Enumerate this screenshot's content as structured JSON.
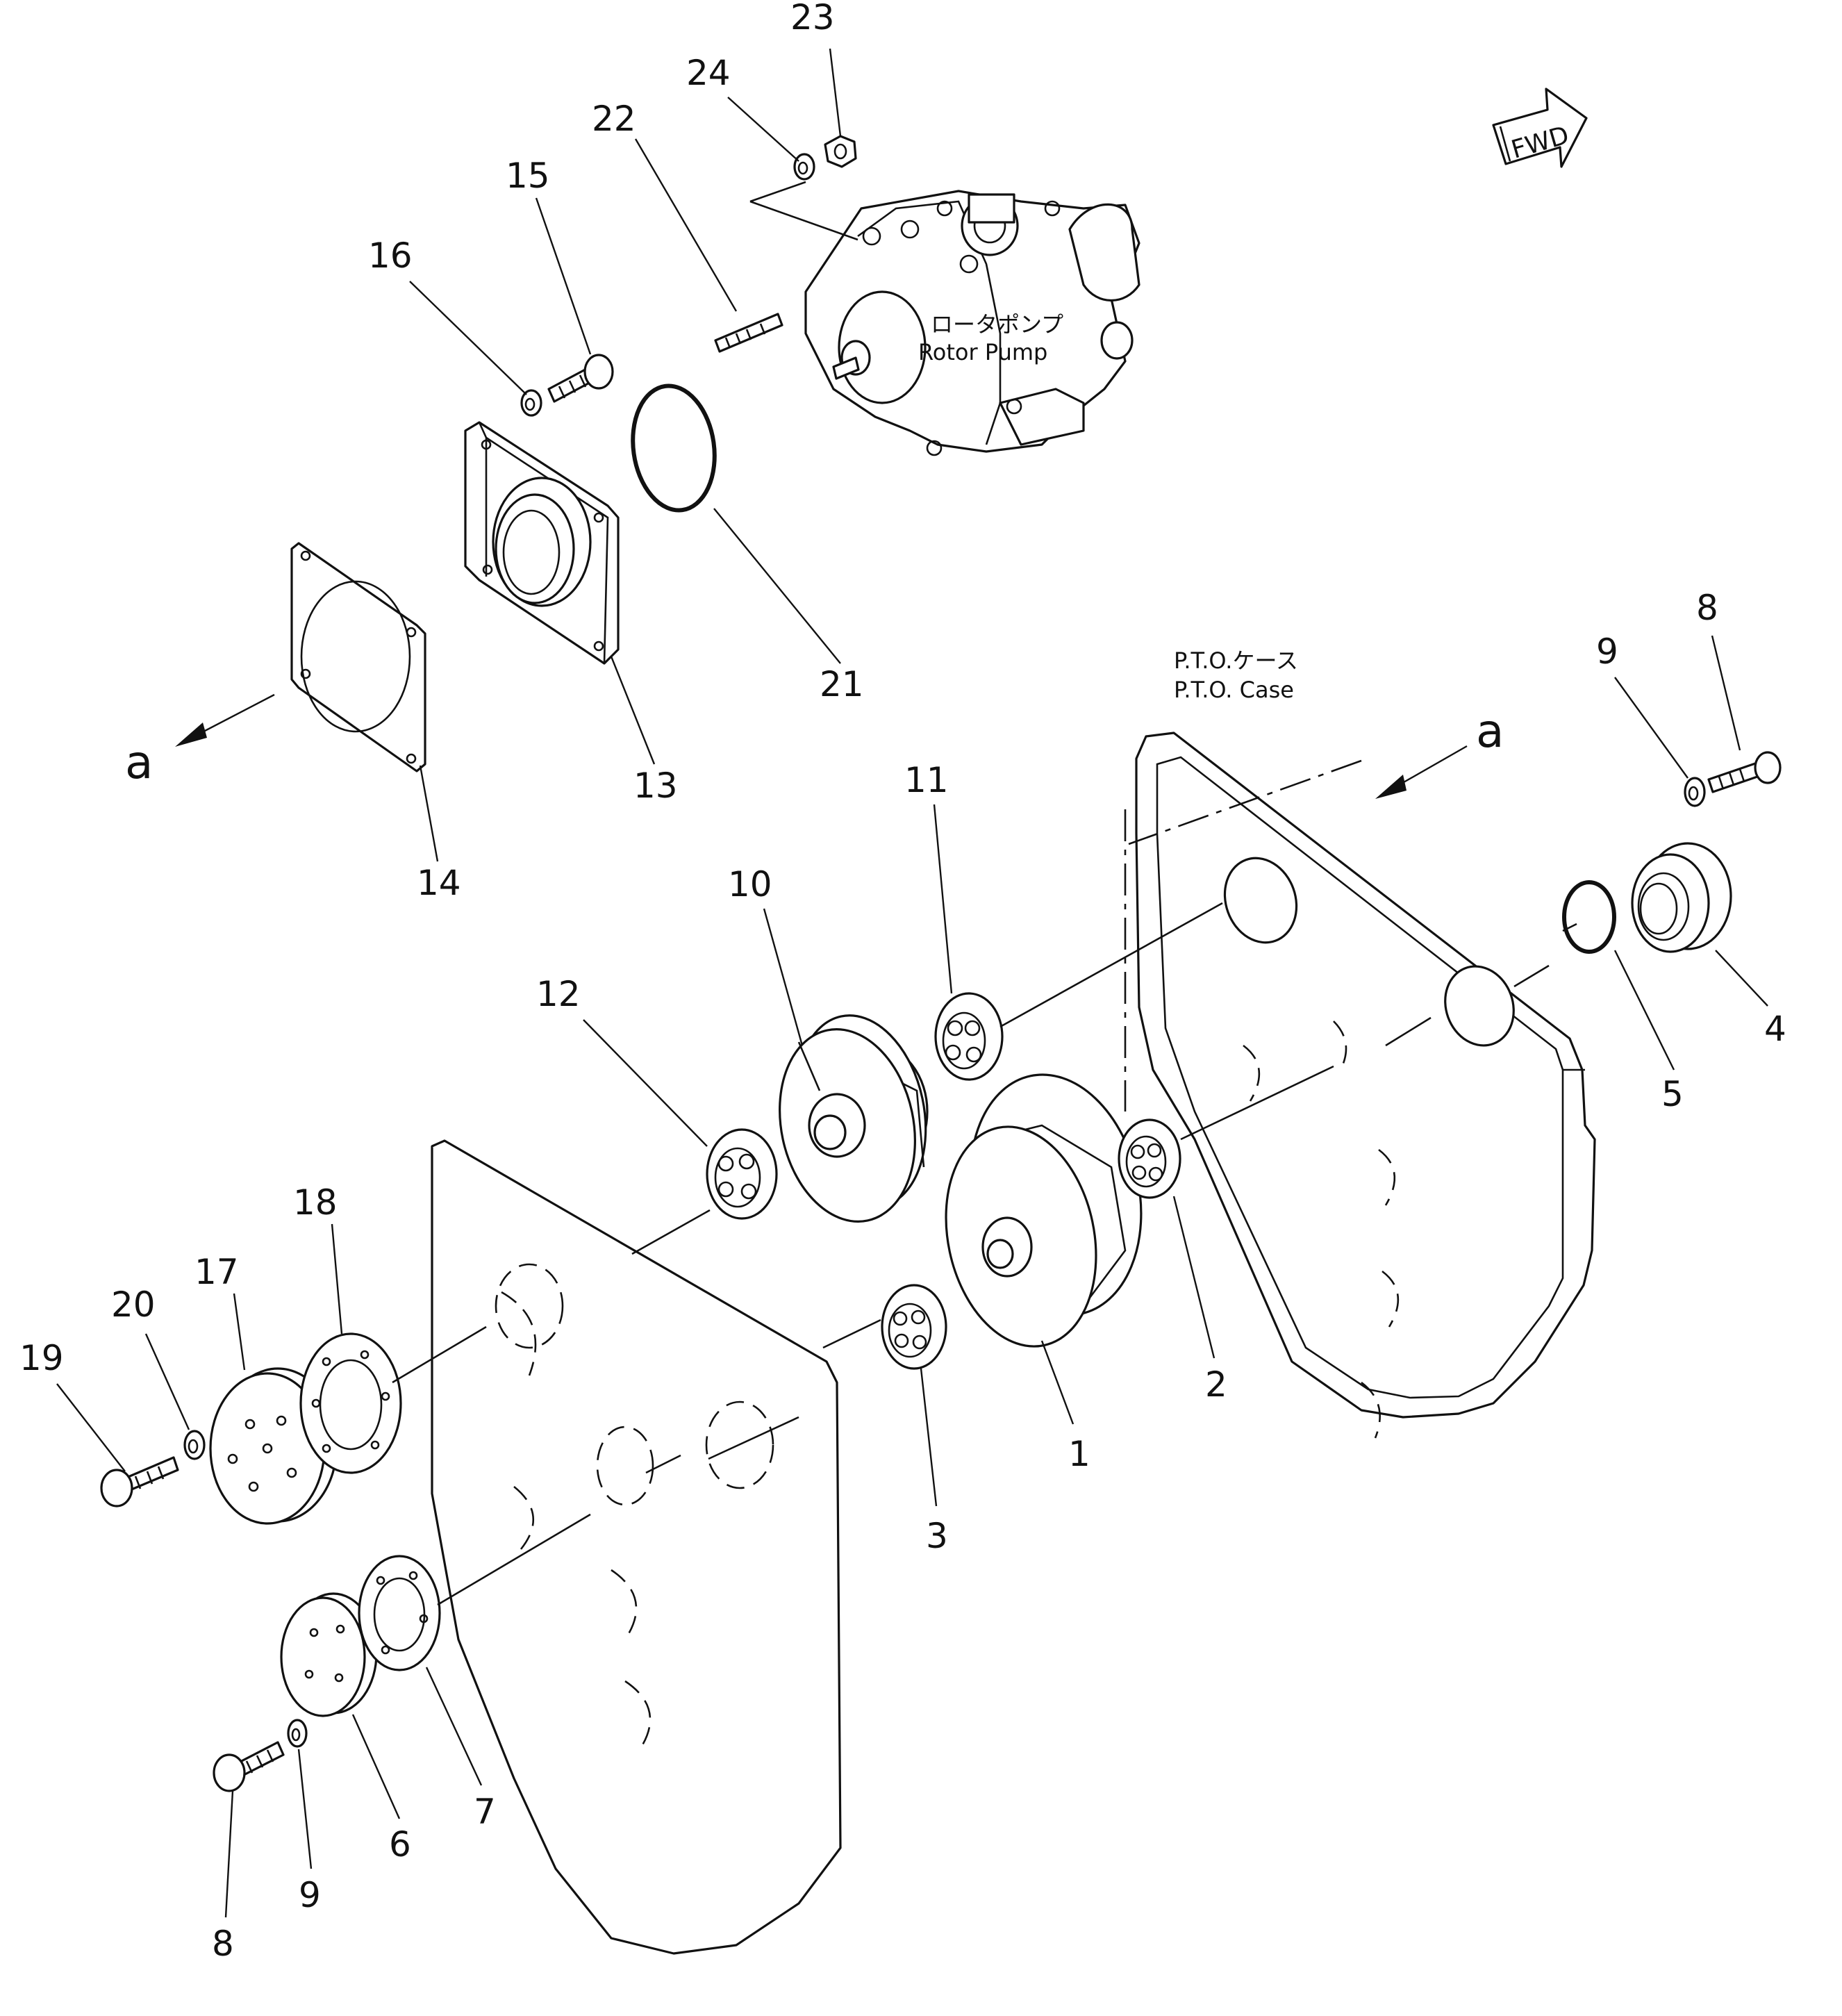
{
  "fwd_label": "FWD",
  "labels": {
    "rotor_pump_jp": "ロータポンプ",
    "rotor_pump_en": "Rotor  Pump",
    "pto_case_jp": "P.T.O.ケース",
    "pto_case_en": "P.T.O. Case",
    "view_a_left": "a",
    "view_a_right": "a"
  },
  "callouts": {
    "c1": "1",
    "c2": "2",
    "c3": "3",
    "c4": "4",
    "c5": "5",
    "c6": "6",
    "c7": "7",
    "c8a": "8",
    "c8b": "8",
    "c9a": "9",
    "c9b": "9",
    "c10": "10",
    "c11": "11",
    "c12": "12",
    "c13": "13",
    "c14": "14",
    "c15": "15",
    "c16": "16",
    "c17": "17",
    "c18": "18",
    "c19": "19",
    "c20": "20",
    "c21": "21",
    "c22": "22",
    "c23": "23",
    "c24": "24"
  }
}
